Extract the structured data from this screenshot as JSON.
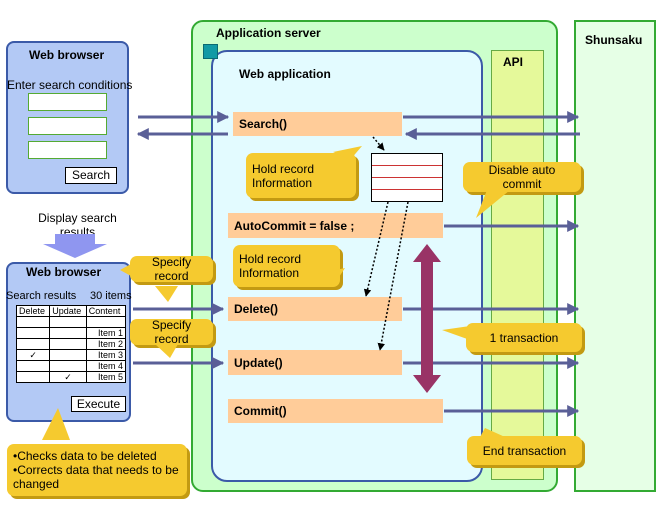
{
  "browser_top": {
    "title": "Web browser",
    "prompt": "Enter search conditions",
    "search_button": "Search"
  },
  "transition_label": "Display search results",
  "browser_bottom": {
    "title": "Web browser",
    "results_label": "Search results",
    "results_count": "30 items",
    "columns": [
      "Delete",
      "Update",
      "Content"
    ],
    "rows": [
      {
        "del": "",
        "upd": "",
        "content": "Item 1"
      },
      {
        "del": "",
        "upd": "",
        "content": "Item 2"
      },
      {
        "del": "✓",
        "upd": "",
        "content": "Item 3"
      },
      {
        "del": "",
        "upd": "",
        "content": "Item 4"
      },
      {
        "del": "",
        "upd": "✓",
        "content": "Item 5"
      }
    ],
    "execute_button": "Execute"
  },
  "app_server": {
    "title": "Application server"
  },
  "web_app": {
    "title": "Web application"
  },
  "api": {
    "title": "API"
  },
  "shunsaku": {
    "title": "Shunsaku"
  },
  "steps": {
    "search": "Search()",
    "autocommit": "AutoCommit = false ;",
    "delete": "Delete()",
    "update": "Update()",
    "commit": "Commit()"
  },
  "callouts": {
    "specify_record_1": "Specify record",
    "specify_record_2": "Specify record",
    "hold_record_1": "Hold record Information",
    "hold_record_2": "Hold record Information",
    "disable_auto_commit": "Disable auto commit",
    "one_transaction": "1 transaction",
    "end_transaction": "End transaction",
    "checks_bullets": [
      "•Checks data to be deleted",
      "•Corrects data that needs to be changed"
    ]
  },
  "colors": {
    "arrow": "#5a5f97",
    "transaction_arrow": "#993366",
    "callout": "#f5ca2f",
    "step": "#ffcc99",
    "browser": "#b3c9f5"
  }
}
